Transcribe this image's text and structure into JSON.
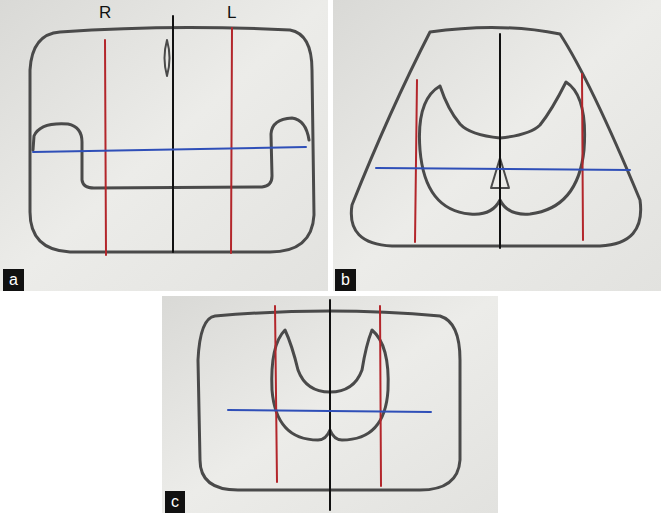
{
  "diagram": {
    "nodes": [
      {
        "text": [
          "a"
        ]
      },
      {
        "text": [
          "b"
        ]
      },
      {
        "text": [
          "c"
        ]
      }
    ],
    "labels": [
      "R",
      "L"
    ]
  }
}
